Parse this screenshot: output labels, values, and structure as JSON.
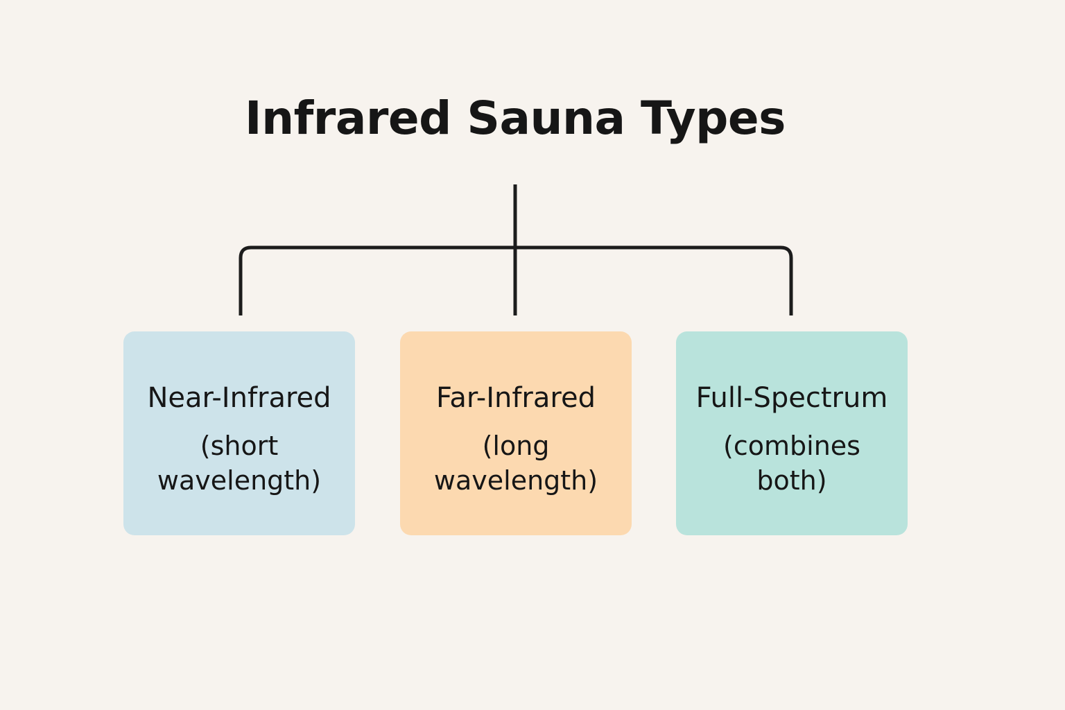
{
  "title": "Infrared Sauna Types",
  "colors": {
    "background": "#f7f3ee",
    "line": "#1c1c1c",
    "text": "#161616"
  },
  "types": [
    {
      "name": "Near-Infrared",
      "description": "(short wavelength)",
      "color": "#cde3ea"
    },
    {
      "name": "Far-Infrared",
      "description": "(long wavelength)",
      "color": "#fcd9b0"
    },
    {
      "name": "Full-Spectrum",
      "description": "(combines both)",
      "color": "#b9e3dc"
    }
  ]
}
